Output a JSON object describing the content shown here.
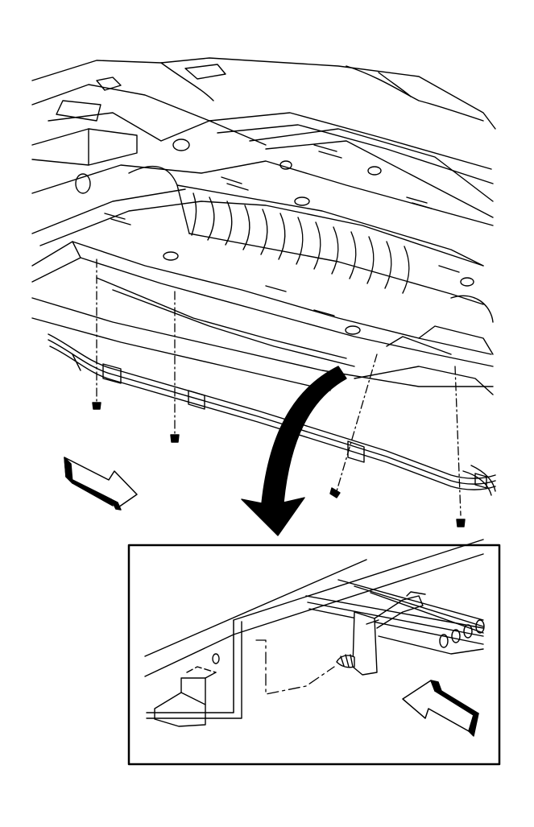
{
  "diagram": {
    "kind": "service-illustration",
    "colors": {
      "ink": "#000000",
      "paper": "#ffffff",
      "arrow": "#000000"
    },
    "parts": [
      {
        "name": "underbody-floor-pan",
        "count": 1
      },
      {
        "name": "brake-fuel-pipe-bundle",
        "count": 1
      },
      {
        "name": "pipe-retainer-clip",
        "count": 4
      },
      {
        "name": "retainer-push-pin",
        "count": 4
      }
    ],
    "direction_arrows": 2,
    "detail_view": {
      "shown": true
    }
  }
}
